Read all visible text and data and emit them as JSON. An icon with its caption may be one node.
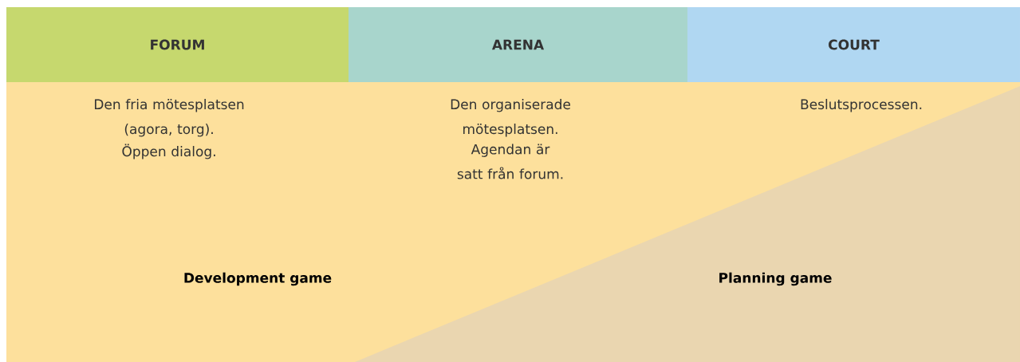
{
  "diagram": {
    "nodes": [
      {
        "text": [
          "FORUM"
        ]
      },
      {
        "text": [
          "ARENA"
        ]
      },
      {
        "text": [
          "COURT"
        ]
      },
      {
        "text": [
          "Development game"
        ]
      },
      {
        "text": [
          "Planning game"
        ],
        "in": 3
      }
    ],
    "labels": [
      "Den fria mötesplatsen (agora, torg).",
      "Öppen dialog.",
      "Den organiserade mötesplatsen.",
      "Agendan är satt från forum.",
      "Beslutsprocessen."
    ]
  }
}
